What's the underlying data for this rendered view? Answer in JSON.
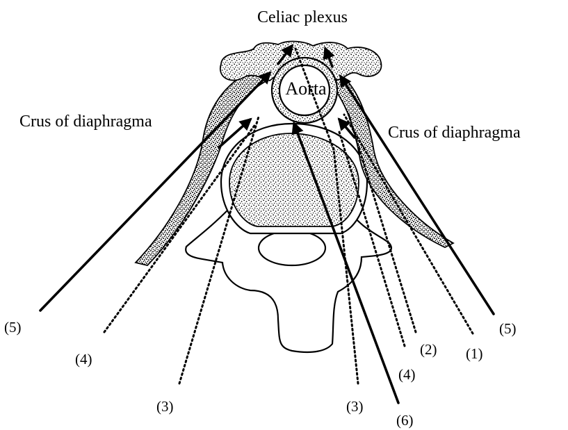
{
  "labels": {
    "celiac_plexus": "Celiac plexus",
    "aorta": "Aorta",
    "crus_left": "Crus of diaphragma",
    "crus_right": "Crus of diaphragma"
  },
  "approach_numbers": {
    "n5_left": "(5)",
    "n4_left": "(4)",
    "n3_left": "(3)",
    "n3_mid": "(3)",
    "n6": "(6)",
    "n4_right": "(4)",
    "n2": "(2)",
    "n1": "(1)",
    "n5_right": "(5)"
  },
  "colors": {
    "ink": "#000000",
    "paper": "#ffffff"
  }
}
